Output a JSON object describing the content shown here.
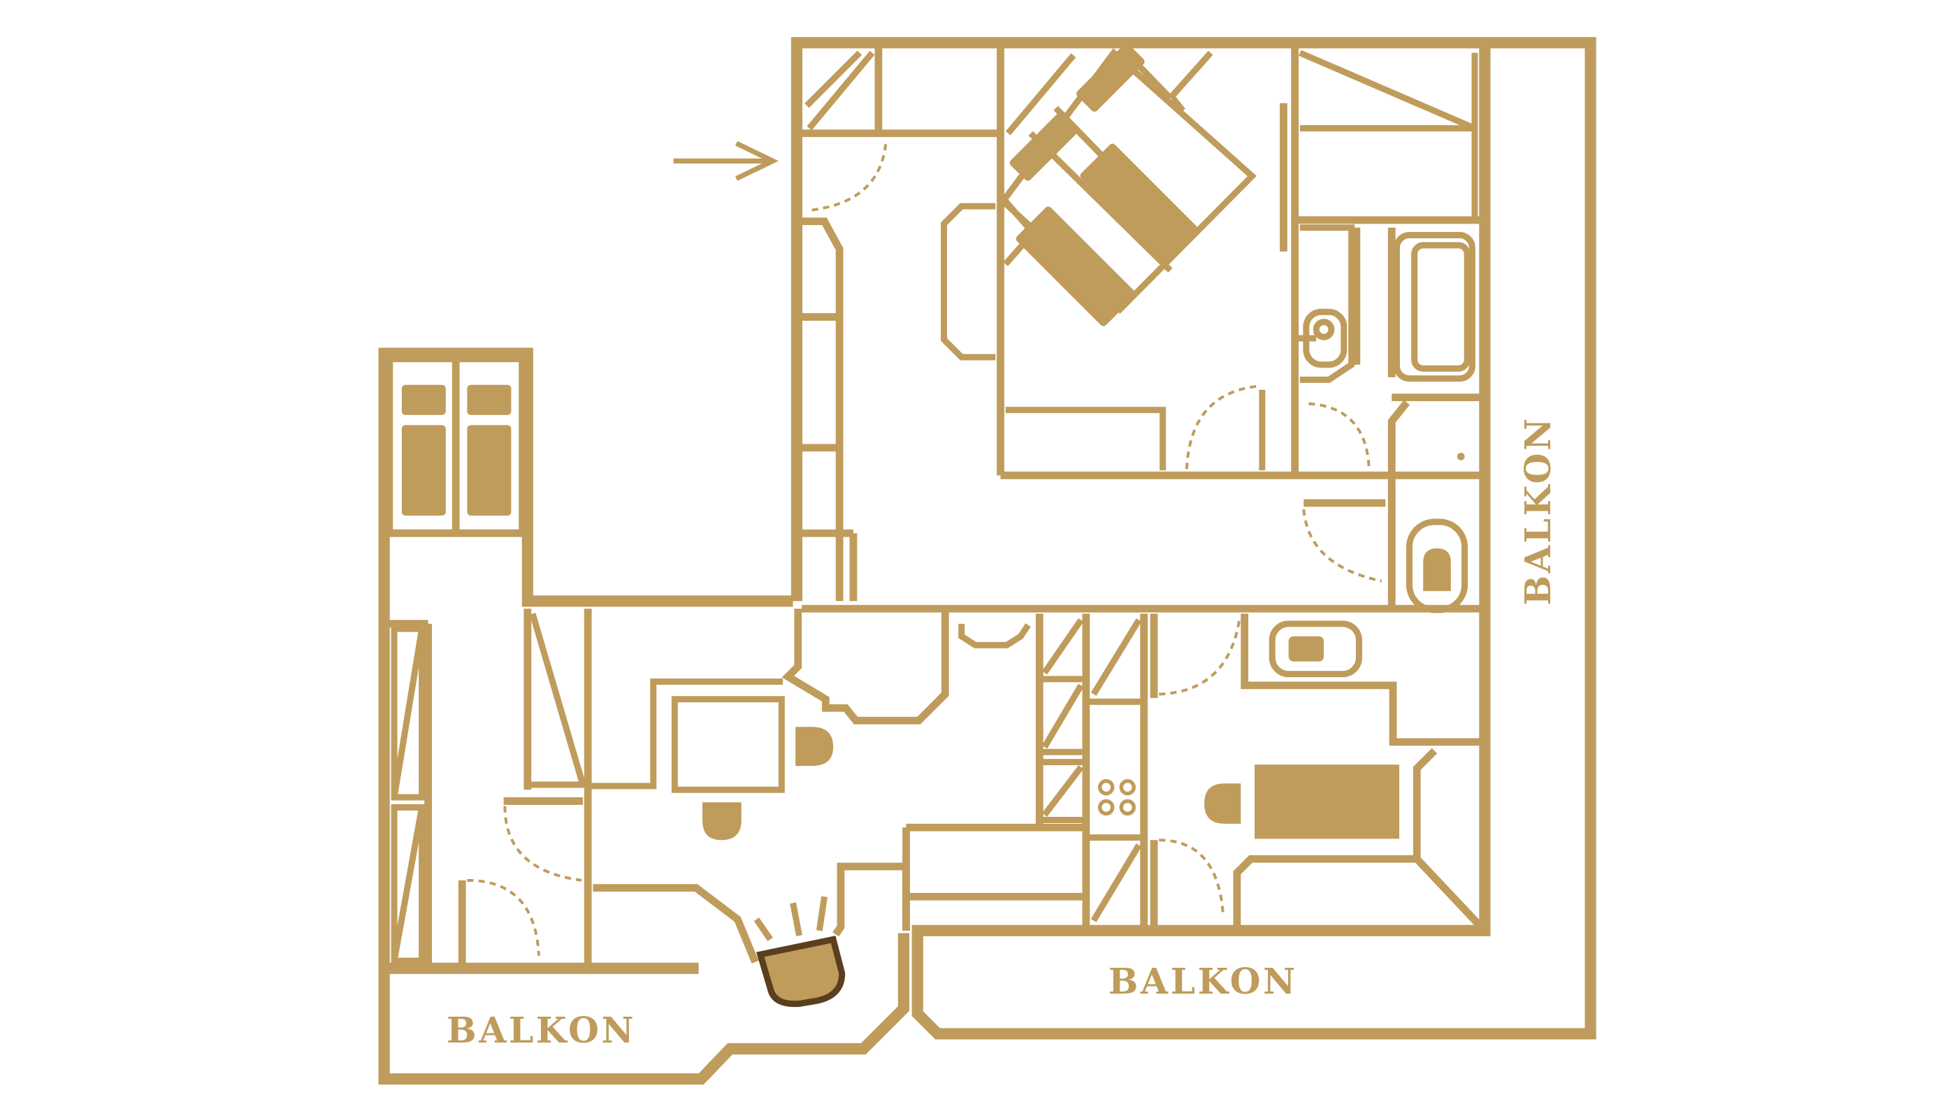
{
  "colors": {
    "wall": "#bf9c5c",
    "accent_dark": "#5a3f1e",
    "background": "#ffffff"
  },
  "labels": {
    "balkon_left": "BALKON",
    "balkon_bottom": "BALKON",
    "balkon_right": "BALKON"
  },
  "icons": {
    "entrance": "entrance-arrow-icon"
  }
}
